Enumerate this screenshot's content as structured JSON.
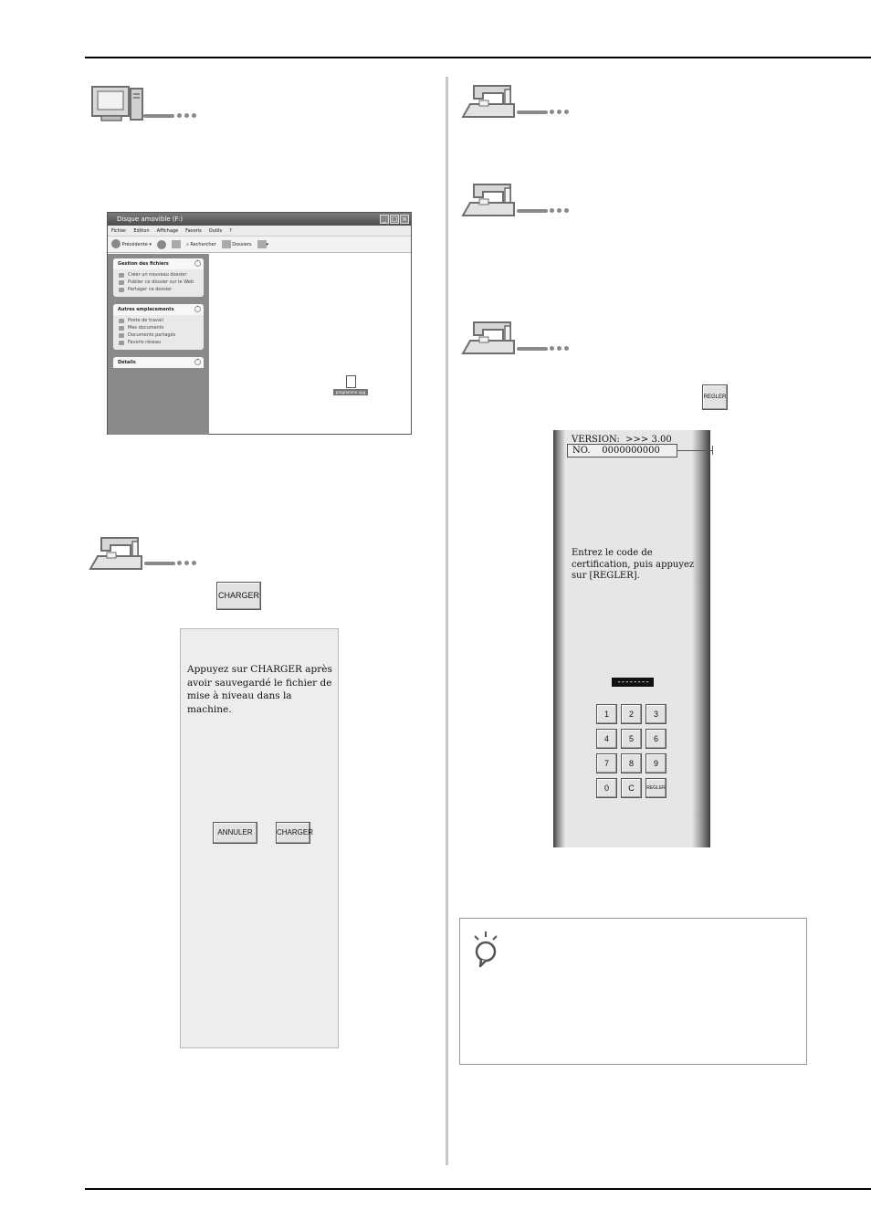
{
  "explorer": {
    "title": "Disque amovible (F:)",
    "menu": [
      "Fichier",
      "Edition",
      "Affichage",
      "Favoris",
      "Outils",
      "?"
    ],
    "toolbar": {
      "back": "Précédente",
      "search": "Rechercher",
      "folders": "Dossiers"
    },
    "tasks": {
      "header": "Gestion des fichiers",
      "items": [
        "Créer un nouveau dossier",
        "Publier ce dossier sur le Web",
        "Partager ce dossier"
      ]
    },
    "places": {
      "header": "Autres emplacements",
      "items": [
        "Poste de travail",
        "Mes documents",
        "Documents partagés",
        "Favoris réseau"
      ]
    },
    "details": {
      "header": "Détails"
    },
    "file_label": "programme.upg"
  },
  "charger_button_label": "CHARGER",
  "charger_screen": {
    "message": "Appuyez sur CHARGER après avoir sauvegardé le fichier de mise à niveau dans la machine.",
    "cancel_label": "ANNULER",
    "load_label": "CHARGER"
  },
  "regler_button_label": "REGLER",
  "cert_screen": {
    "version": "VERSION:  >>> 3.00",
    "serial": "NO.    0000000000",
    "instruction": "Entrez le code de certification, puis appuyez sur [REGLER].",
    "code_placeholder": "--------",
    "keypad": [
      "1",
      "2",
      "3",
      "4",
      "5",
      "6",
      "7",
      "8",
      "9",
      "0",
      "C",
      "REGLER"
    ]
  }
}
